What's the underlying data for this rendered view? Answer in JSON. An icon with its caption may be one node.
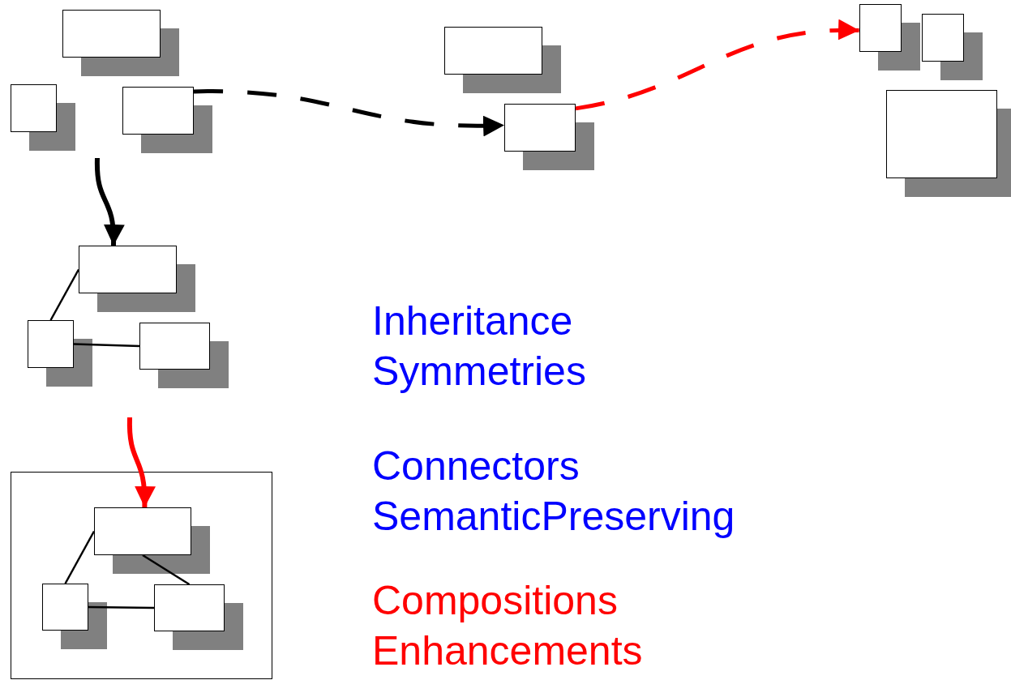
{
  "diagram": {
    "nodes": [
      {
        "text": [],
        "shape": "box"
      },
      {
        "text": [],
        "shape": "box"
      },
      {
        "text": [],
        "shape": "box"
      },
      {
        "text": [],
        "shape": "box"
      },
      {
        "text": [],
        "shape": "box"
      },
      {
        "text": [],
        "shape": "box"
      },
      {
        "text": [],
        "shape": "box"
      },
      {
        "text": [],
        "shape": "box"
      },
      {
        "text": [],
        "shape": "box"
      },
      {
        "text": [],
        "shape": "box"
      },
      {
        "text": [],
        "shape": "box"
      },
      {
        "text": [],
        "shape": "box"
      },
      {
        "text": [],
        "shape": "box",
        "in": 11
      },
      {
        "text": [],
        "shape": "box",
        "in": 11
      },
      {
        "text": [],
        "shape": "box",
        "in": 11
      }
    ],
    "edges": [
      {
        "from": 2,
        "to": 4,
        "arrow": "to",
        "style": "dashed"
      },
      {
        "from": 4,
        "to": 5,
        "arrow": "to",
        "style": "dashed",
        "color": "#ff0000"
      },
      {
        "from": null,
        "to": 8,
        "arrow": "to",
        "style": "thick"
      },
      {
        "from": null,
        "to": 12,
        "arrow": "to",
        "style": "thick",
        "color": "#ff0000"
      },
      {
        "from": 8,
        "to": 9,
        "arrow": "none"
      },
      {
        "from": 9,
        "to": 10,
        "arrow": "none"
      },
      {
        "from": 12,
        "to": 13,
        "arrow": "none"
      },
      {
        "from": 12,
        "to": 14,
        "arrow": "none"
      },
      {
        "from": 13,
        "to": 14,
        "arrow": "none"
      }
    ],
    "labels": [
      "Inheritance",
      "Symmetries",
      "Connectors",
      "SemanticPreserving",
      "Compositions",
      "Enhancements"
    ]
  }
}
